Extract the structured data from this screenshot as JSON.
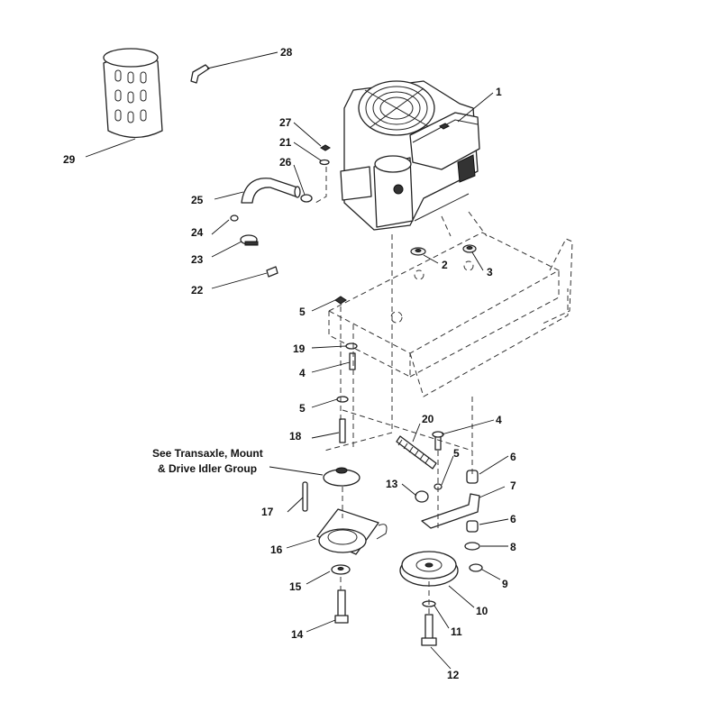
{
  "callouts": {
    "c1": "1",
    "c2": "2",
    "c3": "3",
    "c4a": "4",
    "c4b": "4",
    "c5a": "5",
    "c5b": "5",
    "c5c": "5",
    "c6a": "6",
    "c6b": "6",
    "c7": "7",
    "c8": "8",
    "c9": "9",
    "c10": "10",
    "c11": "11",
    "c12": "12",
    "c13": "13",
    "c14": "14",
    "c15": "15",
    "c16": "16",
    "c17": "17",
    "c18": "18",
    "c19": "19",
    "c20": "20",
    "c21": "21",
    "c22": "22",
    "c23": "23",
    "c24": "24",
    "c25": "25",
    "c26": "26",
    "c27": "27",
    "c28": "28",
    "c29": "29"
  },
  "note": {
    "line1": "See Transaxle, Mount",
    "line2": "& Drive Idler Group"
  }
}
